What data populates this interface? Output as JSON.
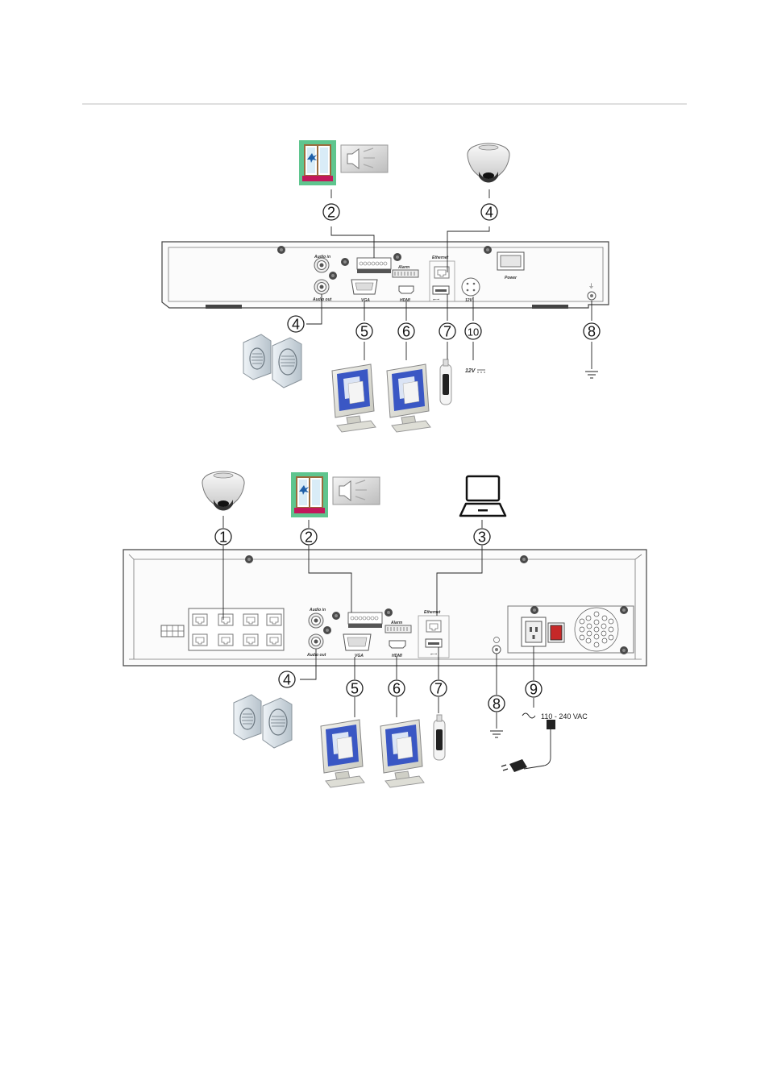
{
  "figure1": {
    "callouts": [
      "2",
      "4",
      "4",
      "5",
      "6",
      "7",
      "10",
      "8"
    ],
    "port_labels": {
      "audio_in": "Audio in",
      "audio_out": "Audio out",
      "alarm": "Alarm",
      "ethernet": "Ethernet",
      "vga": "VGA",
      "hdmi": "HDMI",
      "power_in": "12V",
      "power_switch": "Power"
    },
    "power_label": "12V"
  },
  "figure2": {
    "callouts": [
      "1",
      "2",
      "3",
      "4",
      "5",
      "6",
      "7",
      "8",
      "9"
    ],
    "port_labels": {
      "audio_in": "Audio in",
      "audio_out": "Audio out",
      "alarm": "Alarm",
      "ethernet": "Ethernet",
      "vga": "VGA",
      "hdmi": "HDMI"
    },
    "power_label": "110 - 240 VAC"
  },
  "colors": {
    "window_bg": "#5fc58e",
    "monitor_screen": "#3a57c4",
    "line": "#222222"
  }
}
